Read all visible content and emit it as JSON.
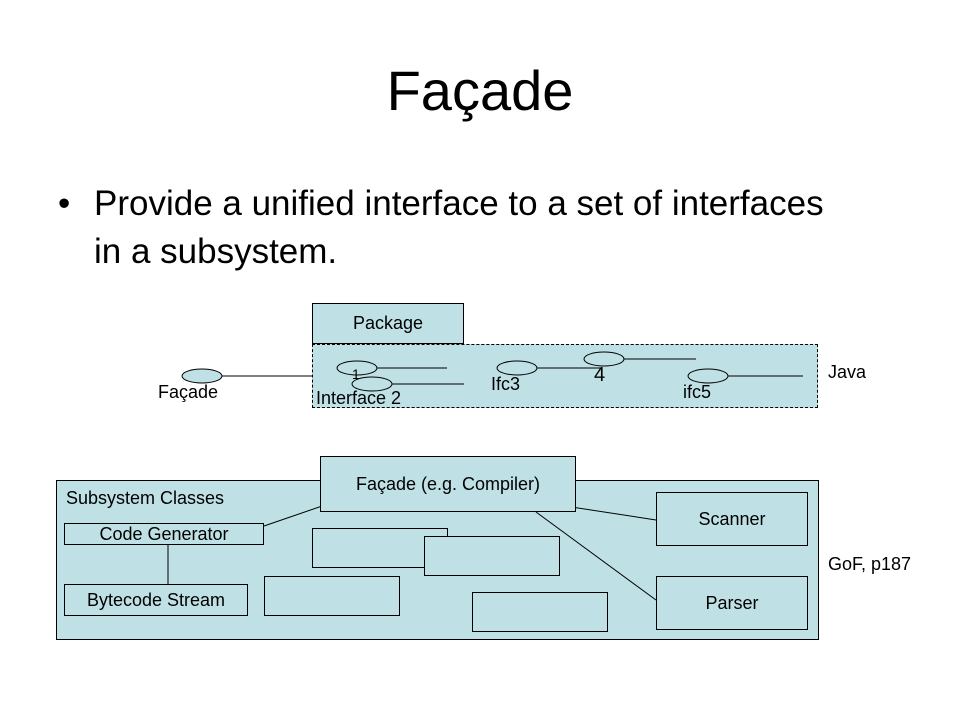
{
  "slide": {
    "title": "Façade",
    "bullet_symbol": "•",
    "bullet_text": "Provide a unified interface to a set of interfaces in a subsystem."
  },
  "java_diagram": {
    "package_tab": "Package",
    "facade_label": "Façade",
    "interface1_label": "1",
    "interface2_label": "Interface 2",
    "ifc3_label": "Ifc3",
    "ifc4_label": "4",
    "ifc5_label": "ifc5",
    "side_label": "Java"
  },
  "gof_diagram": {
    "container_label": "Subsystem Classes",
    "facade_box": "Façade (e.g. Compiler)",
    "code_generator": "Code Generator",
    "bytecode_stream": "Bytecode Stream",
    "scanner": "Scanner",
    "parser": "Parser",
    "side_label": "GoF, p187"
  },
  "colors": {
    "box_fill": "#bfe1e5",
    "stroke": "#000000"
  }
}
